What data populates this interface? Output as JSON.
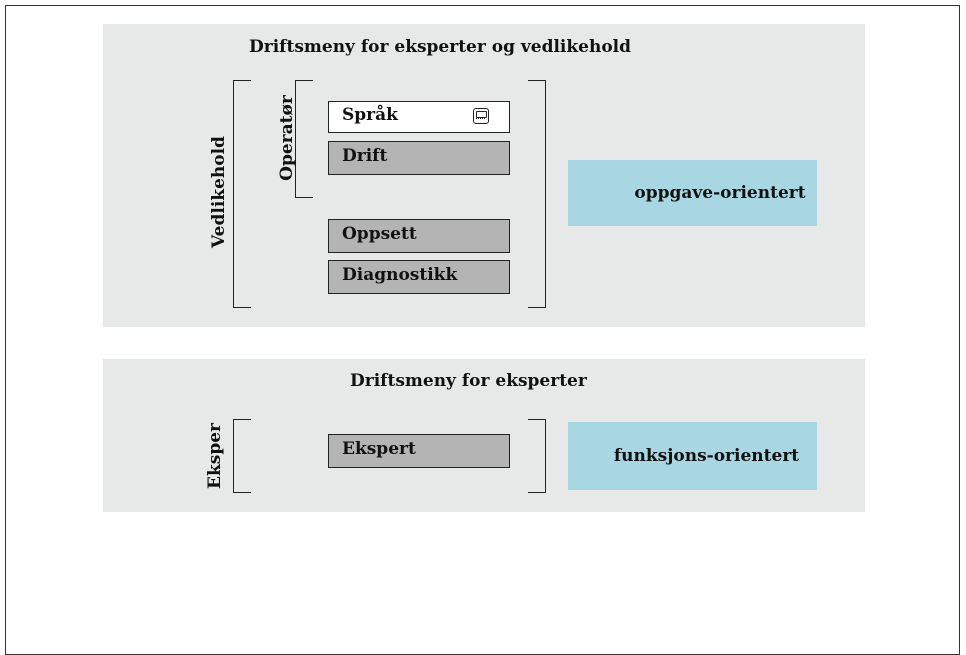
{
  "expert_maintenance_panel": {
    "title": "Driftsmeny for eksperter og vedlikehold",
    "maintenance_label": "Vedlikehold",
    "operator_label": "Operatør",
    "items": {
      "language": "Språk",
      "operation": "Drift",
      "setup": "Oppsett",
      "diagnostics": "Diagnostikk"
    },
    "orientation_tag": "oppgave-orientert"
  },
  "expert_panel": {
    "title": "Driftsmeny for eksperter",
    "expert_label": "Eksper",
    "items": {
      "expert": "Ekspert"
    },
    "orientation_tag": "funksjons-orientert"
  },
  "colors": {
    "panel_bg": "#e7e8e8",
    "menu_item_bg": "#b4b4b4",
    "tag_bg": "#a8d6e2"
  },
  "icons": [
    "display-module-icon"
  ]
}
